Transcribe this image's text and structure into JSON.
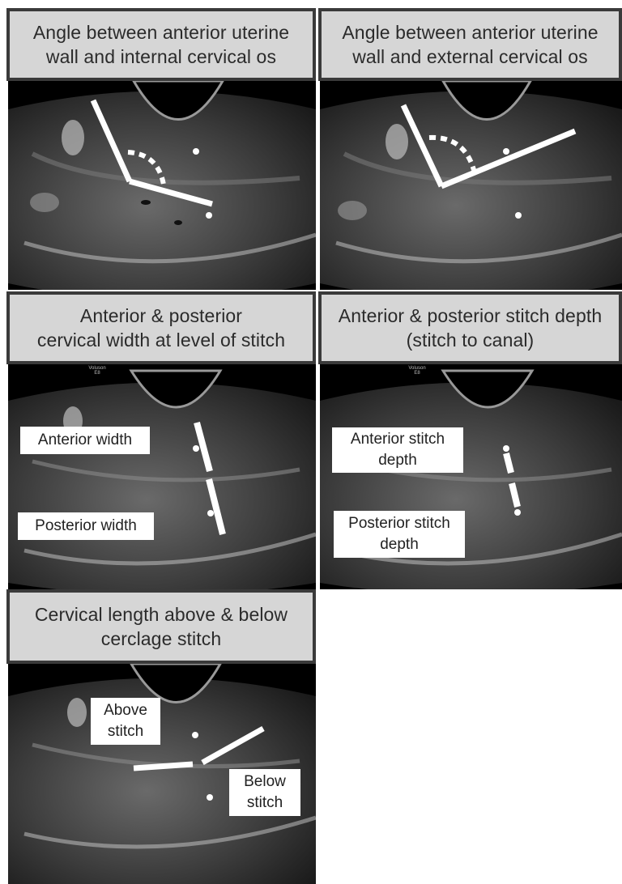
{
  "panels": [
    {
      "title": "Angle between anterior uterine\nwall and internal cervical os",
      "labels": []
    },
    {
      "title": "Angle between anterior uterine\nwall and external cervical os",
      "labels": []
    },
    {
      "title": "Anterior & posterior\ncervical width at level of stitch",
      "labels": [
        "Anterior width",
        "Posterior width"
      ]
    },
    {
      "title": "Anterior & posterior stitch depth\n(stitch to canal)",
      "labels": [
        "Anterior stitch\ndepth",
        "Posterior stitch\ndepth"
      ]
    },
    {
      "title": "Cervical length above & below\ncerclage stitch",
      "labels": [
        "Above\nstitch",
        "Below\nstitch"
      ]
    }
  ],
  "probe_text": "Voluson\nE8",
  "colors": {
    "header_bg": "#d6d6d6",
    "header_border": "#3a3a3a",
    "image_bg": "#000000",
    "overlay": "#ffffff"
  }
}
